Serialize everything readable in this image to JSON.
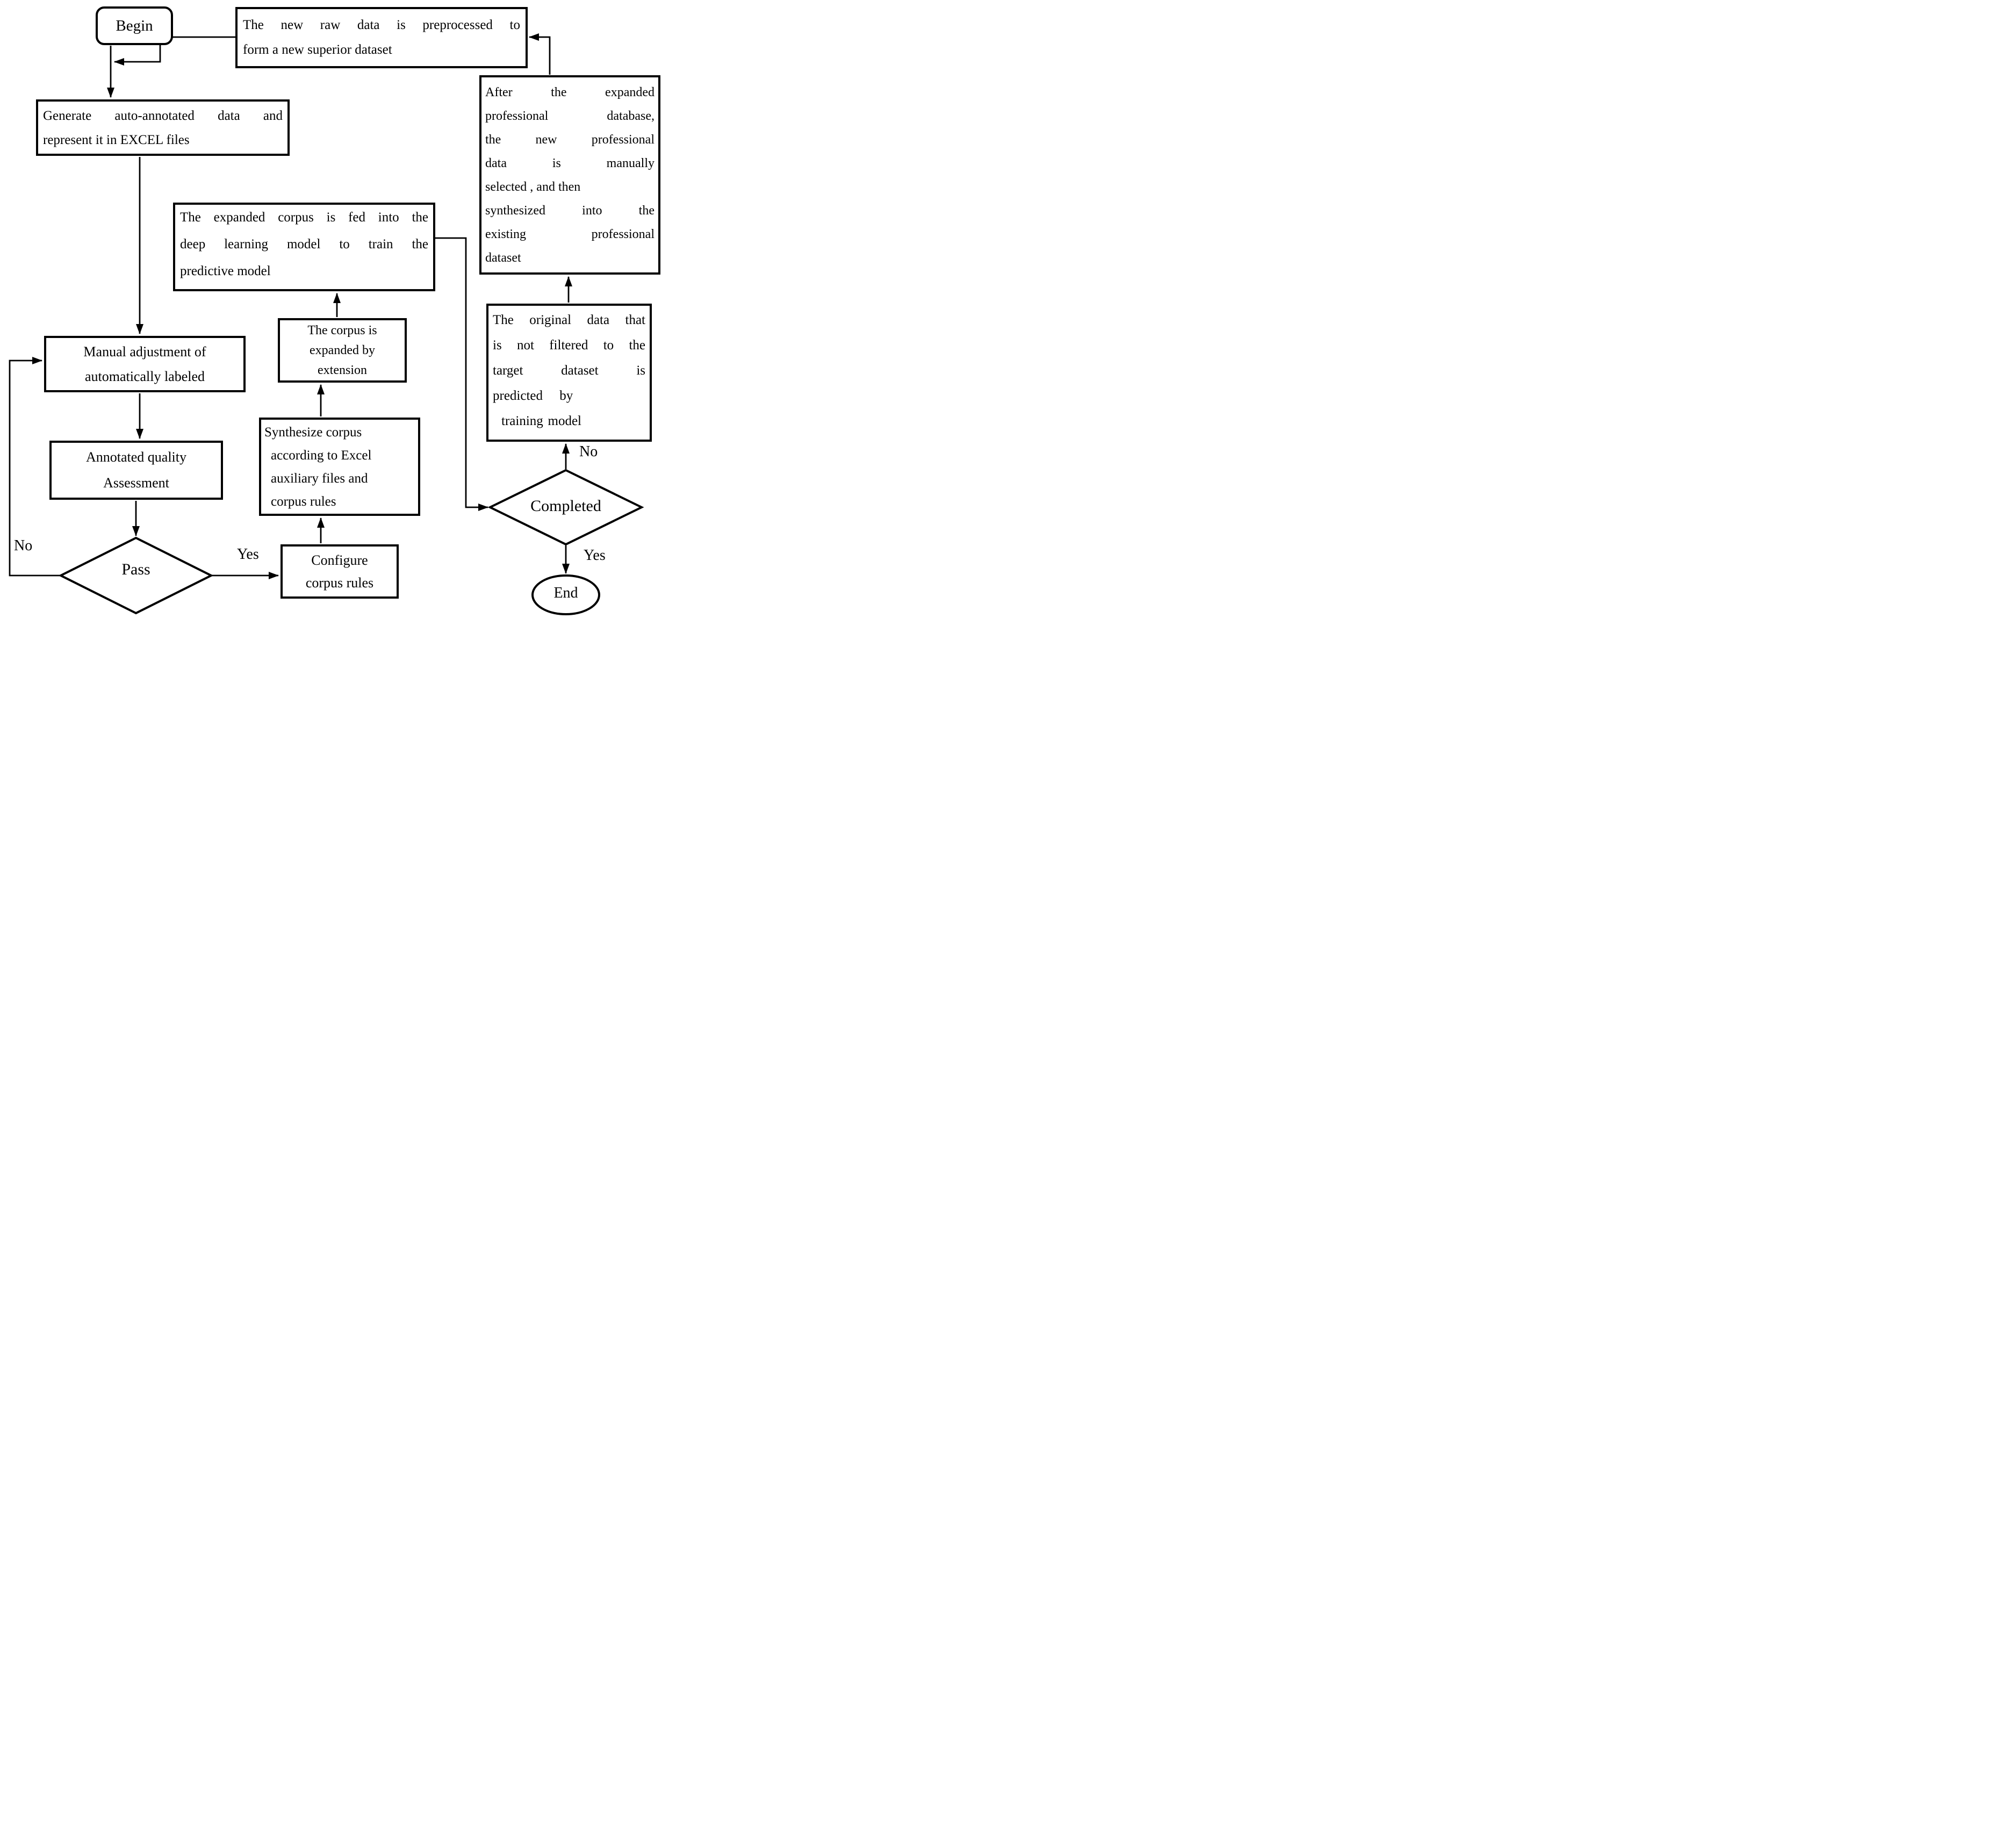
{
  "flowchart": {
    "background_color": "#ffffff",
    "stroke_color": "#000000",
    "nodes": {
      "begin": {
        "type": "terminator",
        "label": "Begin"
      },
      "preprocess": {
        "type": "process",
        "label": "The new raw data is preprocessed to form a new superior dataset",
        "lines": [
          "The new raw data is preprocessed to",
          "form a new superior dataset"
        ]
      },
      "generate": {
        "type": "process",
        "label": "Generate auto-annotated data and represent it in EXCEL files",
        "lines": [
          "Generate auto-annotated data and",
          "represent it in EXCEL files"
        ]
      },
      "after_expand": {
        "type": "process",
        "label": "After the expanded professional database, the new professional data is manually selected , and then synthesized into the existing professional dataset",
        "lines": [
          "After the expanded",
          "professional database,",
          "the new professional",
          "data is manually",
          "selected , and then",
          "synthesized into the",
          "existing professional",
          "dataset"
        ]
      },
      "train": {
        "type": "process",
        "label": "The expanded corpus is fed into the deep learning model to train the predictive model",
        "lines": [
          "The expanded corpus is fed into the",
          "deep learning model to train the",
          "predictive model"
        ]
      },
      "manual_adjust": {
        "type": "process",
        "label": "Manual adjustment of automatically labeled",
        "lines": [
          "Manual adjustment of",
          "automatically labeled"
        ]
      },
      "corpus_expanded": {
        "type": "process",
        "label": "The corpus is expanded by extension",
        "lines": [
          "The corpus is",
          "expanded by",
          "extension"
        ]
      },
      "predict": {
        "type": "process",
        "label": "The original data that is not filtered to the target dataset is predicted by training model",
        "lines": [
          "The original data that",
          "is not filtered to the",
          "target dataset is",
          "predicted by",
          "training model"
        ]
      },
      "quality": {
        "type": "process",
        "label": "Annotated quality Assessment",
        "lines": [
          "Annotated quality",
          "Assessment"
        ]
      },
      "synthesize": {
        "type": "process",
        "label": "Synthesize corpus according to Excel auxiliary files and corpus rules",
        "lines": [
          "Synthesize corpus",
          "according to Excel",
          "auxiliary files and",
          "corpus rules"
        ]
      },
      "configure": {
        "type": "process",
        "label": "Configure corpus rules",
        "lines": [
          "Configure",
          "corpus rules"
        ]
      },
      "pass": {
        "type": "decision",
        "label": "Pass"
      },
      "completed": {
        "type": "decision",
        "label": "Completed"
      },
      "end": {
        "type": "terminator",
        "label": "End"
      }
    },
    "edge_labels": {
      "pass_no": "No",
      "pass_yes": "Yes",
      "completed_no": "No",
      "completed_yes": "Yes"
    },
    "edges": [
      {
        "from": "begin",
        "to": "generate"
      },
      {
        "from": "preprocess",
        "to": "begin-generate-line"
      },
      {
        "from": "after_expand",
        "to": "preprocess"
      },
      {
        "from": "generate",
        "to": "manual_adjust"
      },
      {
        "from": "manual_adjust",
        "to": "quality"
      },
      {
        "from": "quality",
        "to": "pass"
      },
      {
        "from": "pass",
        "to": "manual_adjust",
        "label": "No"
      },
      {
        "from": "pass",
        "to": "configure",
        "label": "Yes"
      },
      {
        "from": "configure",
        "to": "synthesize"
      },
      {
        "from": "synthesize",
        "to": "corpus_expanded"
      },
      {
        "from": "corpus_expanded",
        "to": "train"
      },
      {
        "from": "train",
        "to": "completed"
      },
      {
        "from": "completed",
        "to": "predict",
        "label": "No"
      },
      {
        "from": "predict",
        "to": "after_expand"
      },
      {
        "from": "completed",
        "to": "end",
        "label": "Yes"
      }
    ]
  }
}
